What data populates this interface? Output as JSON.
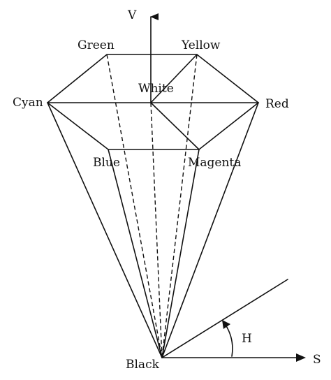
{
  "diagram": {
    "labels": {
      "v": "V",
      "green": "Green",
      "yellow": "Yellow",
      "white": "White",
      "cyan": "Cyan",
      "red": "Red",
      "blue": "Blue",
      "magenta": "Magenta",
      "black": "Black",
      "h": "H",
      "s": "S"
    }
  }
}
